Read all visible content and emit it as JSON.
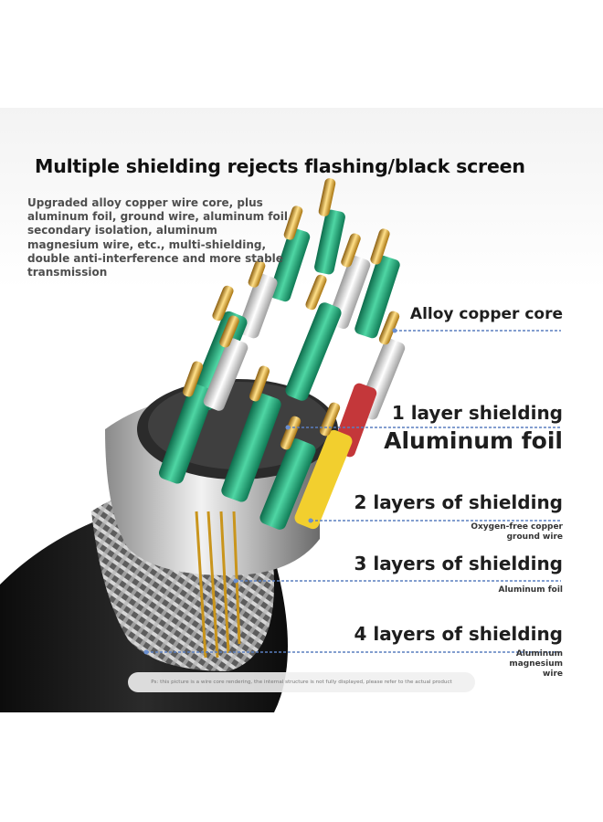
{
  "title": "Multiple shielding rejects flashing/black screen",
  "intro": "Upgraded alloy copper wire core, plus aluminum foil, ground wire, aluminum foil secondary isolation, aluminum magnesium wire, etc., multi-shielding, double anti-interference and more stable transmission",
  "labels": {
    "core": "Alloy copper core",
    "layer1": "1 layer shielding",
    "layer1_material": "Aluminum foil",
    "layer2": "2 layers of shielding",
    "layer2_material": "Oxygen-free copper ground wire",
    "layer3": "3 layers of shielding",
    "layer3_material": "Aluminum foil",
    "layer4": "4 layers of shielding",
    "layer4_material": "Aluminum magnesium wire"
  },
  "note": "Ps: this picture is a wire core rendering, the internal structure is not fully displayed, please refer to the actual product",
  "colors": {
    "wire_green": "#1fa67a",
    "gold": "#d8a52a",
    "jacket": "#1a1a1a",
    "line": "#5a7fbf"
  }
}
